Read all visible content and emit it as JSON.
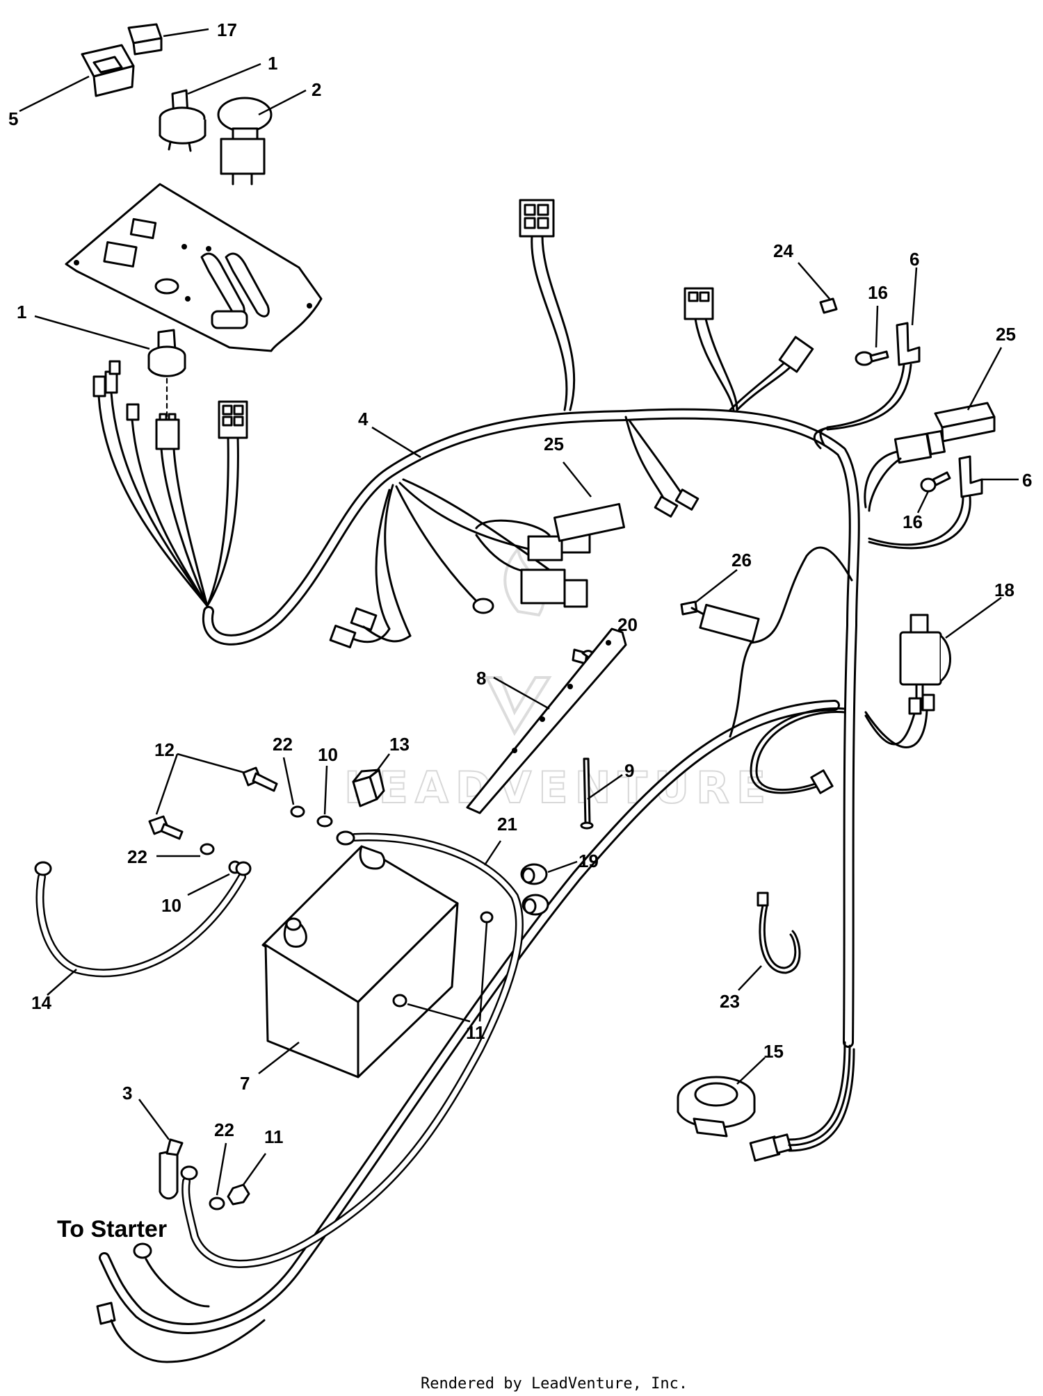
{
  "callouts": [
    {
      "id": "c17",
      "label": "17"
    },
    {
      "id": "c5",
      "label": "5"
    },
    {
      "id": "c1a",
      "label": "1"
    },
    {
      "id": "c2",
      "label": "2"
    },
    {
      "id": "c1b",
      "label": "1"
    },
    {
      "id": "c4",
      "label": "4"
    },
    {
      "id": "c24",
      "label": "24"
    },
    {
      "id": "c16a",
      "label": "16"
    },
    {
      "id": "c6a",
      "label": "6"
    },
    {
      "id": "c25a",
      "label": "25"
    },
    {
      "id": "c25b",
      "label": "25"
    },
    {
      "id": "c6b",
      "label": "6"
    },
    {
      "id": "c16b",
      "label": "16"
    },
    {
      "id": "c26",
      "label": "26"
    },
    {
      "id": "c18",
      "label": "18"
    },
    {
      "id": "c20",
      "label": "20"
    },
    {
      "id": "c8",
      "label": "8"
    },
    {
      "id": "c9",
      "label": "9"
    },
    {
      "id": "c12",
      "label": "12"
    },
    {
      "id": "c22a",
      "label": "22"
    },
    {
      "id": "c10a",
      "label": "10"
    },
    {
      "id": "c13",
      "label": "13"
    },
    {
      "id": "c21",
      "label": "21"
    },
    {
      "id": "c19",
      "label": "19"
    },
    {
      "id": "c22b",
      "label": "22"
    },
    {
      "id": "c10b",
      "label": "10"
    },
    {
      "id": "c14",
      "label": "14"
    },
    {
      "id": "c11a",
      "label": "11"
    },
    {
      "id": "c23",
      "label": "23"
    },
    {
      "id": "c7",
      "label": "7"
    },
    {
      "id": "c15",
      "label": "15"
    },
    {
      "id": "c3",
      "label": "3"
    },
    {
      "id": "c22c",
      "label": "22"
    },
    {
      "id": "c11b",
      "label": "11"
    }
  ],
  "note": "To Starter",
  "watermark": "LEADVENTURE",
  "footer": "Rendered by LeadVenture, Inc."
}
